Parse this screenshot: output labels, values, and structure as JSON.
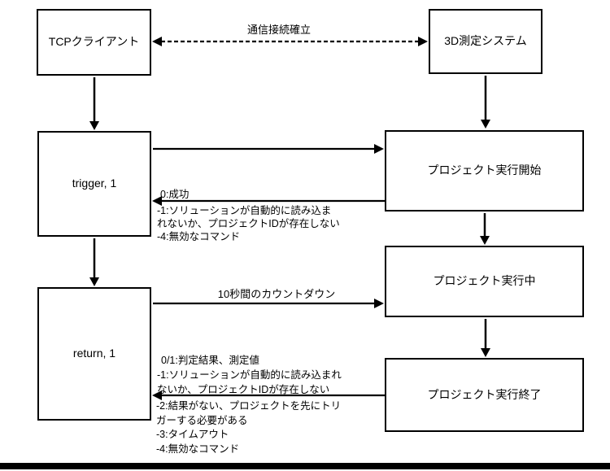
{
  "colors": {
    "ink": "#000000",
    "background": "#ffffff",
    "footer_bar": "#000000"
  },
  "nodes": {
    "tcp_client": "TCPクライアント",
    "measurement_system": "3D測定システム",
    "trigger_command": "trigger, 1",
    "project_start": "プロジェクト実行開始",
    "project_running": "プロジェクト実行中",
    "project_end": "プロジェクト実行終了",
    "return_command": "return, 1"
  },
  "edge_labels": {
    "connection": "通信接続確立",
    "countdown": "10秒間のカウントダウン"
  },
  "trigger_response": {
    "line_above": "0:成功",
    "lines_below": [
      "-1:ソリューションが自動的に読み込ま",
      "れないか、プロジェクトIDが存在しない",
      "-4:無効なコマンド"
    ]
  },
  "return_response": {
    "lines_above": [
      "0/1:判定結果、測定値",
      "-1:ソリューションが自動的に読み込まれ",
      "ないか、プロジェクトIDが存在しない"
    ],
    "lines_below": [
      "-2:結果がない、プロジェクトを先にトリ",
      "ガーする必要がある",
      "-3:タイムアウト",
      "-4:無効なコマンド"
    ]
  }
}
